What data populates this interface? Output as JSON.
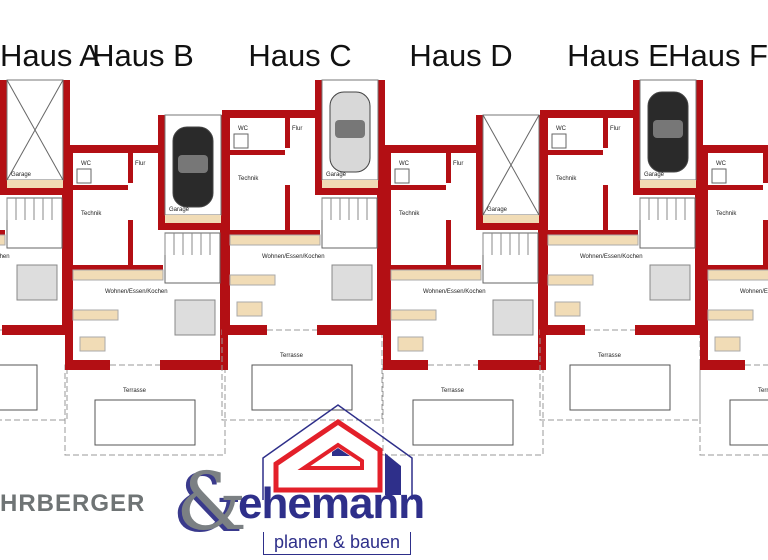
{
  "houses": [
    {
      "title": "Haus A",
      "car": false
    },
    {
      "title": "Haus B",
      "car": true,
      "car_color": "#2a2a2a"
    },
    {
      "title": "Haus C",
      "car": true,
      "car_color": "#d8d8d8"
    },
    {
      "title": "Haus D",
      "car": false
    },
    {
      "title": "Haus E",
      "car": true,
      "car_color": "#2a2a2a"
    },
    {
      "title": "Haus F",
      "car": false
    }
  ],
  "rooms": {
    "wc": "WC",
    "flur": "Flur",
    "technik": "Technik",
    "garage": "Garage",
    "living": "Wohnen/Essen/Kochen",
    "terrace": "Terrasse"
  },
  "colors": {
    "wall": "#b30f14",
    "furniture": "#f1dcb6",
    "logo_blue": "#2e2f8a",
    "logo_red": "#e3202a",
    "logo_gray": "#7b8083"
  },
  "logos": {
    "left_partial": "HRBERGER",
    "ampersand": "&",
    "brand": "ehemann",
    "tagline": "planen & bauen"
  }
}
